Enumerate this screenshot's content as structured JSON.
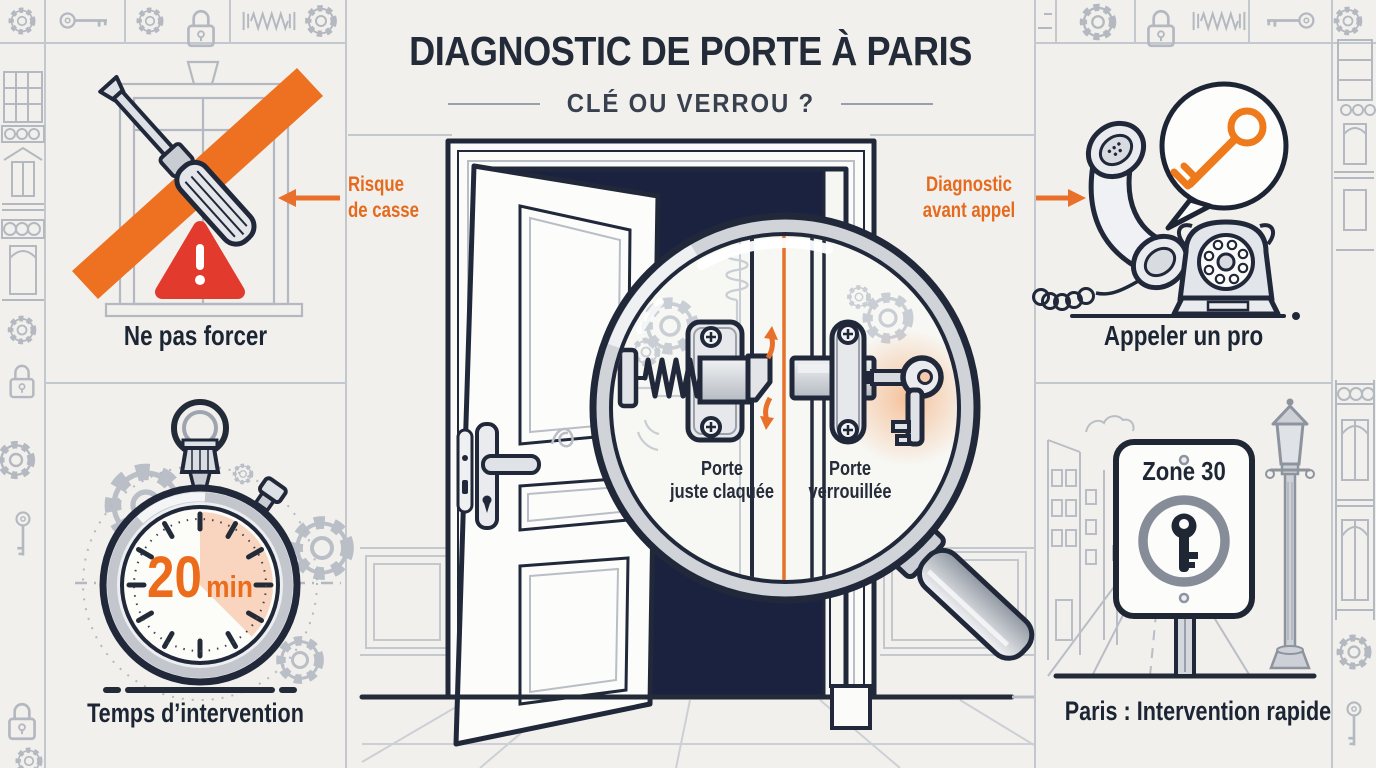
{
  "title": {
    "main": "DIAGNOSTIC DE PORTE À PARIS",
    "subtitle": "CLÉ OU VERROU ?"
  },
  "callouts": {
    "left": {
      "line1": "Risque",
      "line2": "de casse"
    },
    "right": {
      "line1": "Diagnostic",
      "line2": "avant appel"
    }
  },
  "panels": {
    "no_force": {
      "caption": "Ne pas forcer"
    },
    "call_pro": {
      "caption": "Appeler un pro"
    },
    "time": {
      "caption": "Temps d’intervention",
      "timer_value": "20",
      "timer_unit": "min"
    },
    "paris": {
      "caption": "Paris : Intervention rapide",
      "sign_text": "Zone 30"
    }
  },
  "magnifier": {
    "left_label_line1": "Porte",
    "left_label_line2": "juste claquée",
    "right_label_line1": "Porte",
    "right_label_line2": "verrouillée"
  },
  "colors": {
    "background": "#f1f0ec",
    "accent_orange": "#e8702a",
    "warning_red": "#e23a2c",
    "ink_navy": "#20283a",
    "door_opening_navy": "#1b2240",
    "sketch_gray": "#b4b9c1",
    "metal_gray": "#d0d4d9",
    "peach_sector": "#f7cab0",
    "glow_peach": "#f3924d"
  },
  "icons": {
    "gear-icon": "⚙",
    "key-icon": "🔑",
    "padlock-icon": "🔒",
    "spring-icon": "〰",
    "screwdriver-icon": "🪛",
    "warning-icon": "⚠",
    "stopwatch-icon": "⏱",
    "phone-icon": "☎",
    "speech-bubble-icon": "💬",
    "magnifier-icon": "🔍",
    "street-lamp-icon": "🏮",
    "building-icon": "🏢",
    "zone-sign-icon": "🚧",
    "arrow-left-icon": "←",
    "arrow-right-icon": "→"
  }
}
